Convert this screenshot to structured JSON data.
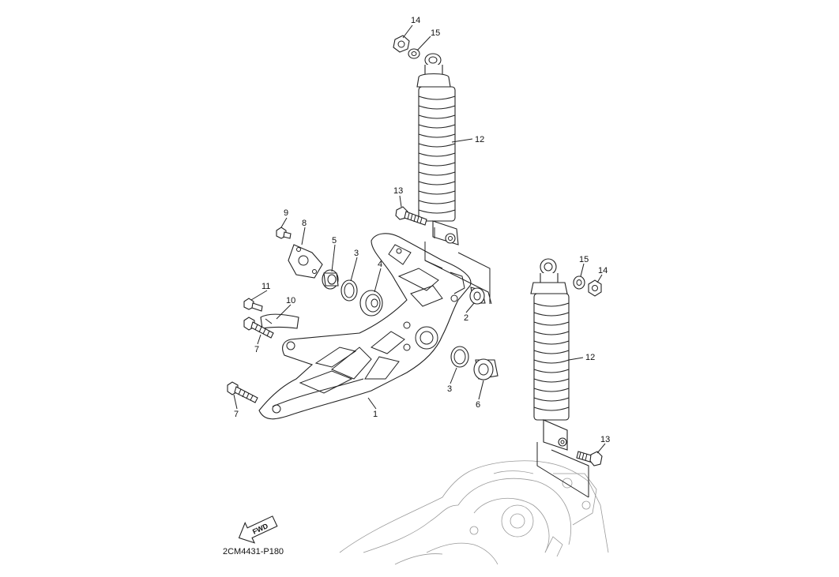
{
  "diagram": {
    "code": "2CM4431-P180",
    "fwd_label": "FWD",
    "callouts": {
      "c1": "1",
      "c2": "2",
      "c3a": "3",
      "c3b": "3",
      "c4": "4",
      "c5": "5",
      "c6": "6",
      "c7a": "7",
      "c7b": "7",
      "c8": "8",
      "c9": "9",
      "c10": "10",
      "c11": "11",
      "c12a": "12",
      "c12b": "12",
      "c13a": "13",
      "c13b": "13",
      "c14a": "14",
      "c14b": "14",
      "c15a": "15",
      "c15b": "15"
    }
  }
}
